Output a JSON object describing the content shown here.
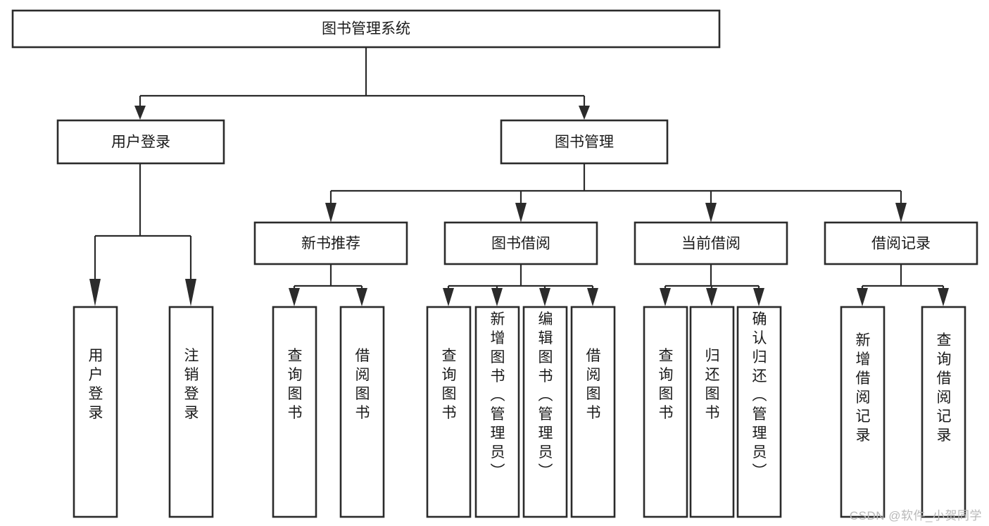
{
  "diagram": {
    "title": "图书管理系统",
    "type": "tree-hierarchy-diagram",
    "root": {
      "id": "root",
      "label": "图书管理系统"
    },
    "level2": [
      {
        "id": "user-login",
        "label": "用户登录"
      },
      {
        "id": "book-management",
        "label": "图书管理"
      }
    ],
    "level3": [
      {
        "id": "new-book-recommend",
        "label": "新书推荐",
        "parent": "book-management"
      },
      {
        "id": "book-borrow",
        "label": "图书借阅",
        "parent": "book-management"
      },
      {
        "id": "current-borrow",
        "label": "当前借阅",
        "parent": "book-management"
      },
      {
        "id": "borrow-record",
        "label": "借阅记录",
        "parent": "book-management"
      }
    ],
    "leaves": [
      {
        "id": "leaf-user-login",
        "label": "用户登录",
        "parent": "user-login"
      },
      {
        "id": "leaf-logout-login",
        "label": "注销登录",
        "parent": "user-login"
      },
      {
        "id": "leaf-query-book-1",
        "label": "查询图书",
        "parent": "new-book-recommend"
      },
      {
        "id": "leaf-borrow-book-1",
        "label": "借阅图书",
        "parent": "new-book-recommend"
      },
      {
        "id": "leaf-query-book-2",
        "label": "查询图书",
        "parent": "book-borrow"
      },
      {
        "id": "leaf-add-book",
        "label": "新增图书（管理员）",
        "parent": "book-borrow"
      },
      {
        "id": "leaf-edit-book",
        "label": "编辑图书（管理员）",
        "parent": "book-borrow"
      },
      {
        "id": "leaf-borrow-book-2",
        "label": "借阅图书",
        "parent": "book-borrow"
      },
      {
        "id": "leaf-query-book-3",
        "label": "查询图书",
        "parent": "current-borrow"
      },
      {
        "id": "leaf-return-book",
        "label": "归还图书",
        "parent": "current-borrow"
      },
      {
        "id": "leaf-confirm-return",
        "label": "确认归还（管理员）",
        "parent": "current-borrow"
      },
      {
        "id": "leaf-add-borrow-record",
        "label": "新增借阅记录",
        "parent": "borrow-record"
      },
      {
        "id": "leaf-query-borrow-record",
        "label": "查询借阅记录",
        "parent": "borrow-record"
      }
    ],
    "colors": {
      "stroke": "#2b2b2b",
      "fill": "#ffffff",
      "text": "#1a1a1a",
      "watermark": "#b9b9b9"
    }
  },
  "watermark": {
    "text": "CSDN @软件_小贺同学"
  }
}
